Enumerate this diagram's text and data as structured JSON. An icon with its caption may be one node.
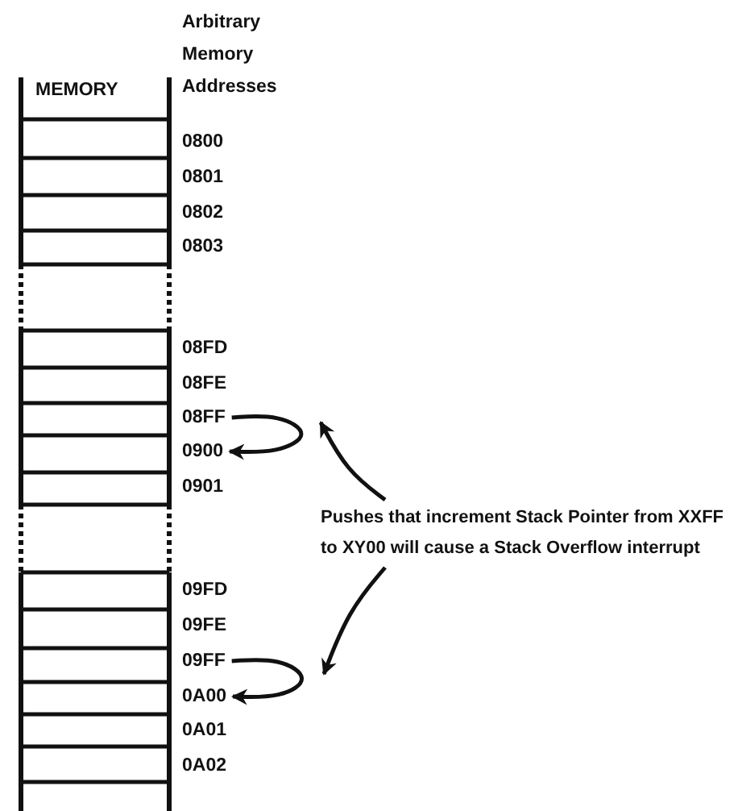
{
  "diagram": {
    "nodes": [
      {
        "text": [
          "08FF"
        ]
      },
      {
        "text": [
          "0900"
        ]
      },
      {
        "text": [
          "09FF"
        ]
      },
      {
        "text": [
          "0A00"
        ]
      },
      {
        "text": [
          "Pushes that increment Stack Pointer from XXFF to XY00 will cause a Stack Overflow interrupt"
        ]
      }
    ],
    "edges": [
      {
        "from": 0,
        "to": 1,
        "arrow": "to"
      },
      {
        "from": 2,
        "to": 3,
        "arrow": "to"
      },
      {
        "from": 4,
        "to": null,
        "arrow": "to"
      },
      {
        "from": 4,
        "to": null,
        "arrow": "to"
      }
    ],
    "labels": [
      "Arbitrary Memory Addresses",
      "MEMORY",
      "0800",
      "0801",
      "0802",
      "0803",
      "08FD",
      "08FE",
      "0901",
      "09FD",
      "09FE",
      "0A01",
      "0A02"
    ]
  }
}
